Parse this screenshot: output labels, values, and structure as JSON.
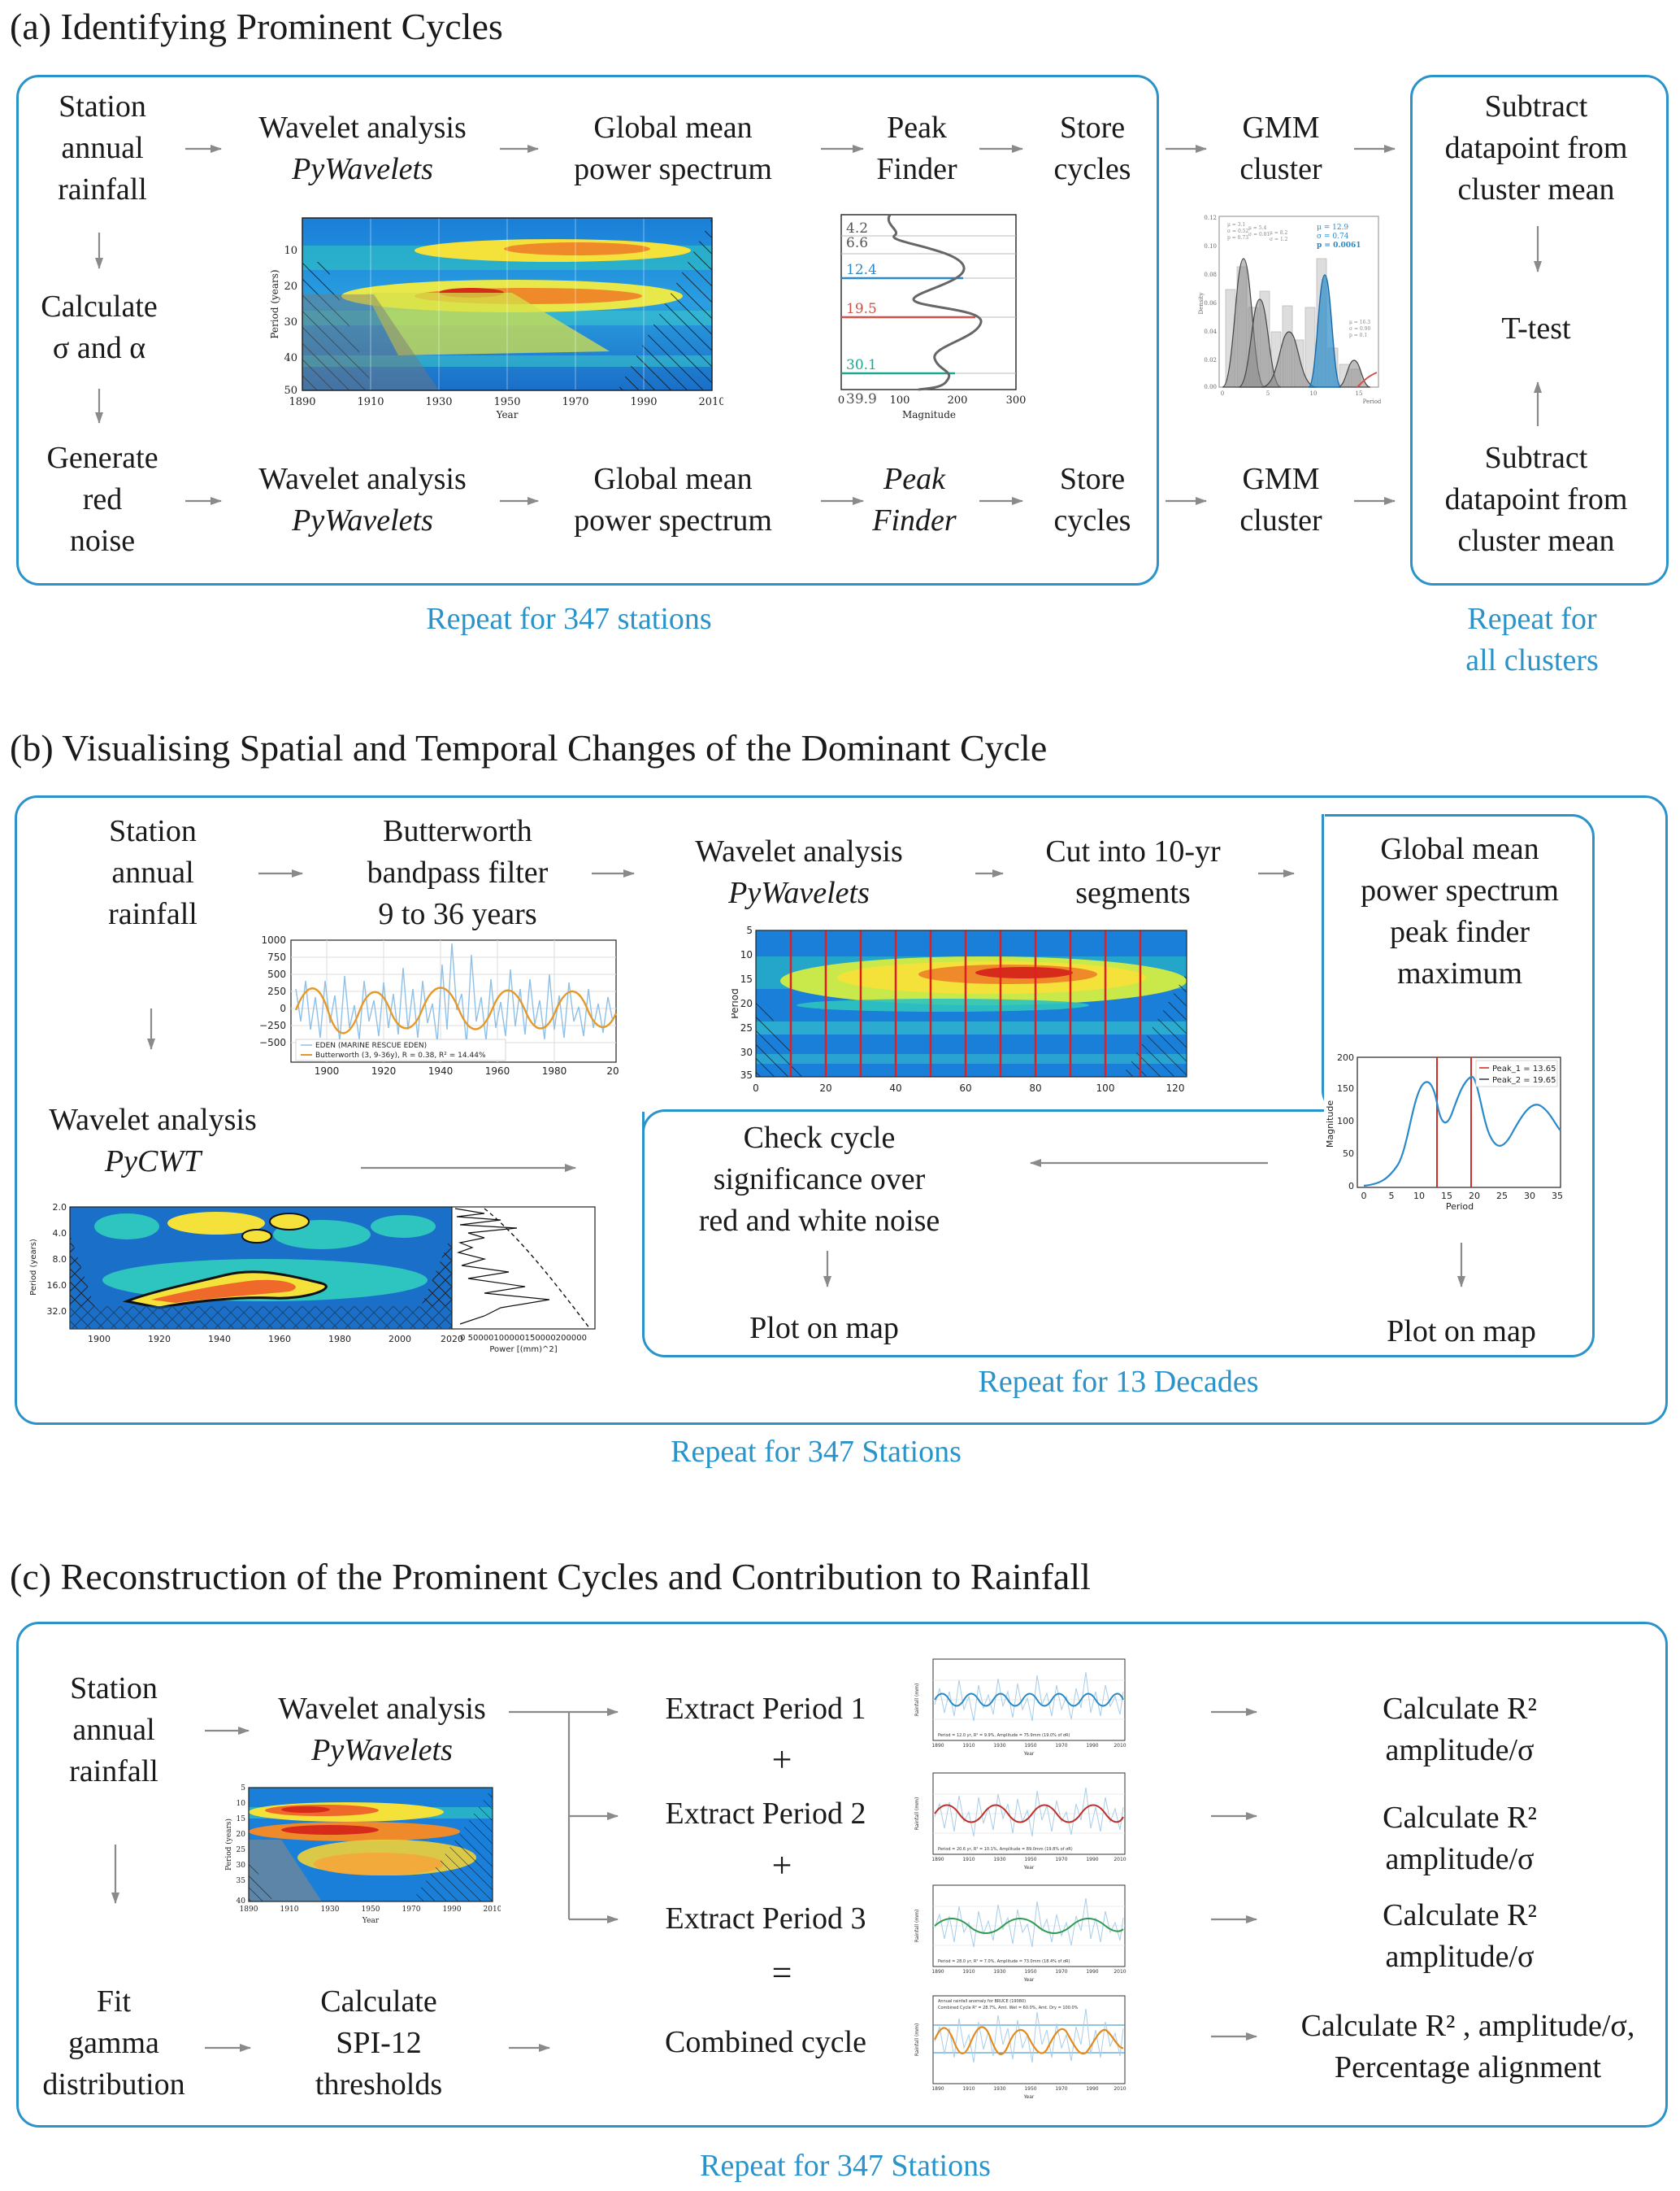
{
  "section_a": {
    "title": "(a) Identifying Prominent Cycles",
    "station_annual_rainfall": [
      "Station",
      "annual",
      "rainfall"
    ],
    "wavelet_analysis": "Wavelet analysis",
    "pywavelets": "PyWavelets",
    "global_mean": [
      "Global mean",
      "power spectrum"
    ],
    "peak_finder": [
      "Peak",
      "Finder"
    ],
    "store_cycles": [
      "Store",
      "cycles"
    ],
    "gmm_cluster": [
      "GMM",
      "cluster"
    ],
    "subtract": [
      "Subtract",
      "datapoint from",
      "cluster mean"
    ],
    "calculate_sigma": [
      "Calculate",
      "σ and α"
    ],
    "generate_red_noise": [
      "Generate",
      "red",
      "noise"
    ],
    "t_test": "T-test",
    "repeat_stations": "Repeat for 347 stations",
    "repeat_clusters": [
      "Repeat for",
      "all clusters"
    ],
    "wavelet_plot": {
      "ylabel": "Period (years)",
      "xlabel": "Year",
      "yticks": [
        "10",
        "20",
        "30",
        "40",
        "50"
      ],
      "xticks": [
        "1890",
        "1910",
        "1930",
        "1950",
        "1970",
        "1990",
        "2010"
      ]
    },
    "peak_plot": {
      "peaks": [
        "4.2",
        "6.6",
        "12.4",
        "19.5",
        "30.1",
        "39.9"
      ],
      "xlabel": "Magnitude",
      "xticks": [
        "0",
        "100",
        "200",
        "300"
      ]
    },
    "gmm_plot": {
      "ylabel": "Density",
      "xlabel": "Period",
      "yticks": [
        "0.12",
        "0.10",
        "0.08",
        "0.06",
        "0.04",
        "0.02",
        "0.00"
      ],
      "xticks": [
        "0",
        "5",
        "10",
        "15"
      ],
      "highlight": [
        "μ = 12.9",
        "σ = 0.74",
        "p = 0.0061"
      ],
      "small": [
        "μ = 3.1",
        "σ = 0.52",
        "p = 0.73",
        "μ = 5.4",
        "σ = 0.81",
        "μ = 8.2",
        "σ = 1.2",
        "μ = 16.3",
        "σ = 0.90",
        "p = 0.1"
      ]
    }
  },
  "section_b": {
    "title": "(b) Visualising Spatial and Temporal Changes of the Dominant Cycle",
    "station_annual_rainfall": [
      "Station",
      "annual",
      "rainfall"
    ],
    "butterworth": [
      "Butterworth",
      "bandpass filter",
      "9 to 36 years"
    ],
    "wavelet_analysis": "Wavelet analysis",
    "pywavelets": "PyWavelets",
    "cut_segments": [
      "Cut into 10-yr",
      "segments"
    ],
    "global_mean": [
      "Global mean",
      "power spectrum",
      "peak finder",
      "maximum"
    ],
    "wavelet_pycwt": "Wavelet analysis",
    "pycwt": "PyCWT",
    "check_cycle": [
      "Check cycle",
      "significance over",
      "red and white noise"
    ],
    "plot_on_map": "Plot on map",
    "plot_on_map_2": "Plot on map",
    "repeat_decades": "Repeat for 13 Decades",
    "repeat_stations": "Repeat for 347 Stations",
    "butter_plot": {
      "yticks": [
        "1000",
        "750",
        "500",
        "250",
        "0",
        "−250",
        "−500"
      ],
      "xticks": [
        "1900",
        "1920",
        "1940",
        "1960",
        "1980",
        "20"
      ],
      "legend": [
        "EDEN (MARINE RESCUE EDEN)",
        "Butterworth (3, 9-36y), R = 0.38, R² = 14.44%"
      ]
    },
    "seg_plot": {
      "ylabel": "Period",
      "yticks": [
        "5",
        "10",
        "15",
        "20",
        "25",
        "30",
        "35"
      ],
      "xticks": [
        "0",
        "20",
        "40",
        "60",
        "80",
        "100",
        "120"
      ]
    },
    "peak_plot": {
      "ylabel": "Magnitude",
      "xlabel": "Period",
      "yticks": [
        "200",
        "150",
        "100",
        "50",
        "0"
      ],
      "xticks": [
        "0",
        "5",
        "10",
        "15",
        "20",
        "25",
        "30",
        "35"
      ],
      "legend": [
        "Peak_1 = 13.65",
        "Peak_2 = 19.65"
      ]
    },
    "cwt_plot": {
      "ylabel": "Period (years)",
      "yticks": [
        "2.0",
        "4.0",
        "8.0",
        "16.0",
        "32.0"
      ],
      "xticks": [
        "1900",
        "1920",
        "1940",
        "1960",
        "1980",
        "2000",
        "2020"
      ],
      "xlabel2": "Power [(mm)^2]",
      "xticks2": "0 50000100000150000200000"
    }
  },
  "section_c": {
    "title": "(c) Reconstruction of the Prominent Cycles and Contribution to Rainfall",
    "station_annual_rainfall": [
      "Station",
      "annual",
      "rainfall"
    ],
    "wavelet_analysis": "Wavelet analysis",
    "pywavelets": "PyWavelets",
    "extract_1": "Extract Period 1",
    "extract_2": "Extract Period 2",
    "extract_3": "Extract Period 3",
    "plus": "+",
    "equals": "=",
    "combined": "Combined cycle",
    "calc_1": [
      "Calculate R²",
      "amplitude/σ"
    ],
    "calc_2": [
      "Calculate R²",
      "amplitude/σ"
    ],
    "calc_3": [
      "Calculate R²",
      "amplitude/σ"
    ],
    "calc_4": [
      "Calculate R² , amplitude/σ,",
      "Percentage alignment"
    ],
    "fit_gamma": [
      "Fit",
      "gamma",
      "distribution"
    ],
    "spi": [
      "Calculate",
      "SPI-12",
      "thresholds"
    ],
    "repeat_stations": "Repeat for 347 Stations",
    "wave_plot": {
      "ylabel": "Period (years)",
      "xlabel": "Year",
      "yticks": [
        "5",
        "10",
        "15",
        "20",
        "25",
        "30",
        "35",
        "40"
      ],
      "xticks": [
        "1890",
        "1910",
        "1930",
        "1950",
        "1970",
        "1990",
        "2010"
      ]
    },
    "mini_plots": {
      "xticks": [
        "1890",
        "1910",
        "1930",
        "1950",
        "1970",
        "1990",
        "2010"
      ],
      "xlabel": "Year",
      "ylabel": "Rainfall (mm)",
      "captions": [
        "Period = 12.0 yr, R² = 9.9%, Amplitude = 75.9mm (19.0% of σR)",
        "Period = 20.6 yr, R² = 10.1%, Amplitude = 89.0mm (19.8% of σR)",
        "Period = 28.0 yr, R² = 7.0%, Amplitude = 73.0mm (18.4% of σR)",
        "Combined Cycle R² = 28.7%, Amt. Wet = 60.0%, Amt. Dry = 100.0%"
      ],
      "title4": "Annual rainfall anomaly for BRUCE (19080)"
    },
    "colors": {
      "period1": "#2a8ac9",
      "period2": "#c0302a",
      "period3": "#2e9a50",
      "combined": "#e38a1b",
      "accent": "#2a93c9"
    }
  }
}
